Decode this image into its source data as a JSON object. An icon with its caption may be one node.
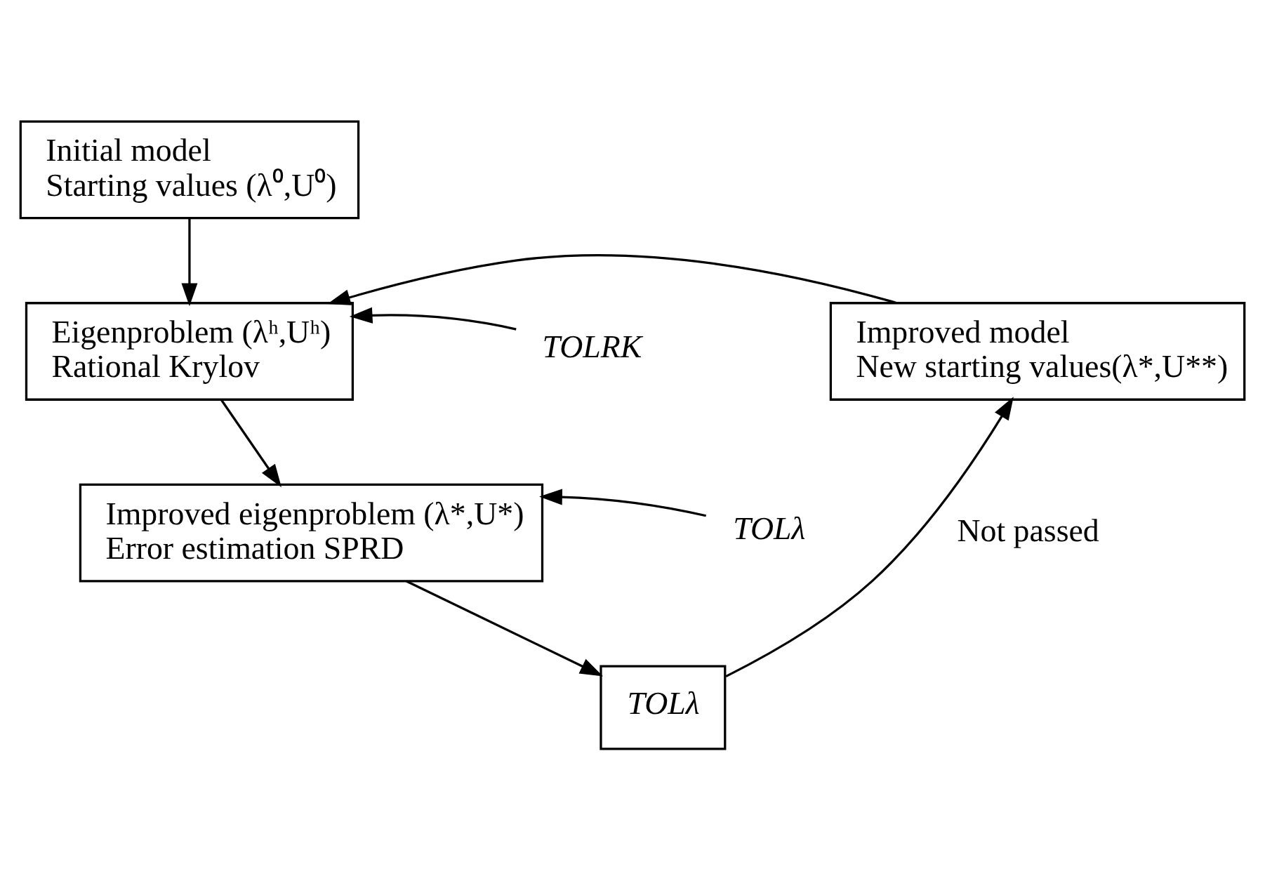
{
  "diagram": {
    "nodes": [
      {
        "text": [
          "Initial model",
          "Starting values (λ⁰,U⁰)"
        ]
      },
      {
        "text": [
          "Eigenproblem (λʰ,Uʰ)",
          "Rational Krylov"
        ]
      },
      {
        "text": [
          "Improved model",
          "New starting values(λ*,U**)"
        ]
      },
      {
        "text": [
          "Improved eigenproblem (λ*,U*)",
          "Error estimation SPRD"
        ]
      },
      {
        "text": [
          "TOLλ"
        ]
      },
      {
        "text": [
          "TOLRK"
        ]
      },
      {
        "text": [
          "TOLλ"
        ]
      }
    ],
    "edges": [
      {
        "from": 0,
        "to": 1,
        "arrow": "to"
      },
      {
        "from": 1,
        "to": 3,
        "arrow": "to"
      },
      {
        "from": 3,
        "to": 4,
        "arrow": "to"
      },
      {
        "from": 4,
        "to": 2,
        "arrow": "to",
        "label": "Not passed"
      },
      {
        "from": 2,
        "to": 1,
        "arrow": "to"
      },
      {
        "from": 5,
        "to": 1,
        "arrow": "to"
      },
      {
        "from": 6,
        "to": 3,
        "arrow": "to"
      }
    ]
  }
}
